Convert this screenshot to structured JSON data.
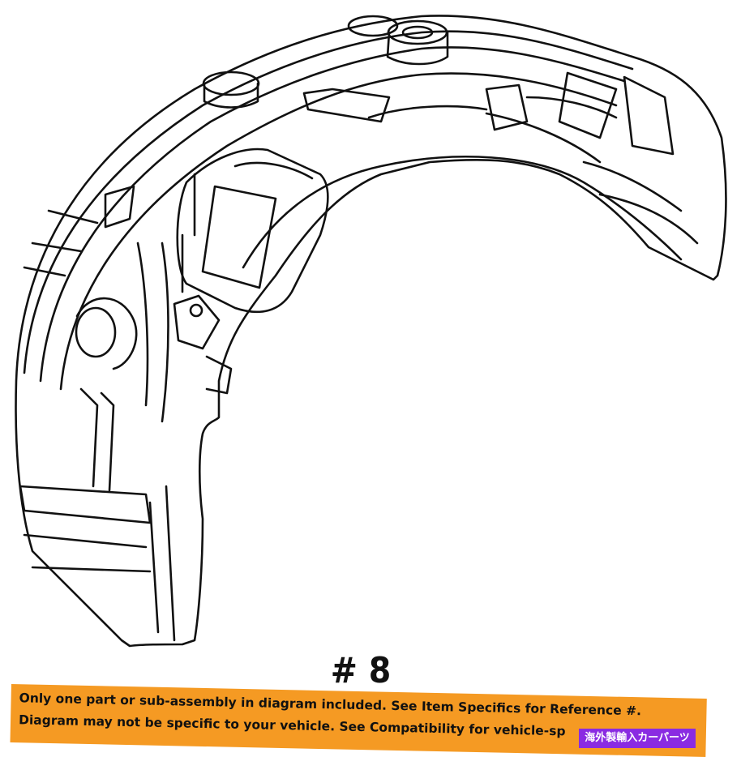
{
  "diagram": {
    "part_number_label": "# 8"
  },
  "notice": {
    "line1": "Only one part or sub-assembly in diagram included. See Item Specifics for Reference #.",
    "line2": "Diagram may not be specific to your vehicle. See Compatibility for vehicle-sp",
    "color": "#f59a23"
  },
  "seller_badge": {
    "text": "海外製輸入カーパーツ",
    "color": "#8a2be2"
  }
}
